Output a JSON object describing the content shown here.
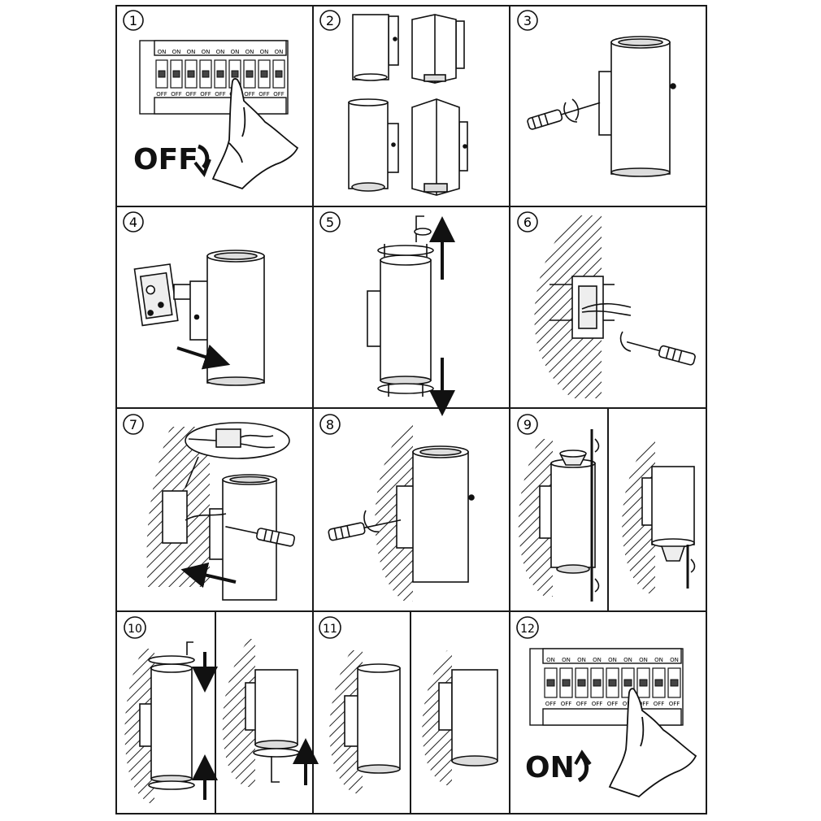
{
  "steps": [
    {
      "number": "1"
    },
    {
      "number": "2"
    },
    {
      "number": "3"
    },
    {
      "number": "4"
    },
    {
      "number": "5"
    },
    {
      "number": "6"
    },
    {
      "number": "7"
    },
    {
      "number": "8"
    },
    {
      "number": "9"
    },
    {
      "number": "10"
    },
    {
      "number": "11"
    },
    {
      "number": "12"
    }
  ],
  "switch_labels": {
    "on": "ON",
    "off": "OFF"
  },
  "power_off_word": "OFF",
  "power_on_word": "ON",
  "colors": {
    "line": "#1a1a1a",
    "background": "#ffffff",
    "hatch": "#222222"
  }
}
